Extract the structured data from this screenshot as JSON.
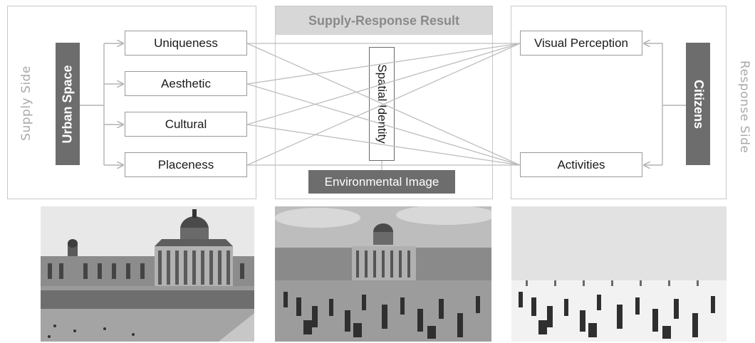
{
  "supply": {
    "side_label": "Supply Side",
    "space_label": "Urban Space",
    "nodes": [
      "Uniqueness",
      "Aesthetic",
      "Cultural",
      "Placeness"
    ]
  },
  "result": {
    "header": "Supply-Response Result",
    "identity_label": "Spatial Identity",
    "image_label": "Environmental Image"
  },
  "response": {
    "side_label": "Response Side",
    "citizens_label": "Citizens",
    "nodes": [
      "Visual Perception",
      "Activities"
    ]
  },
  "colors": {
    "panel_border": "#c8c8c8",
    "dark_box": "#6d6d6d",
    "header_bg": "#d7d7d7",
    "line": "#b4b4b4"
  },
  "icons": {
    "photo_left": "building-facade-photo",
    "photo_middle": "building-with-crowd-photo",
    "photo_right": "crowd-only-photo"
  }
}
